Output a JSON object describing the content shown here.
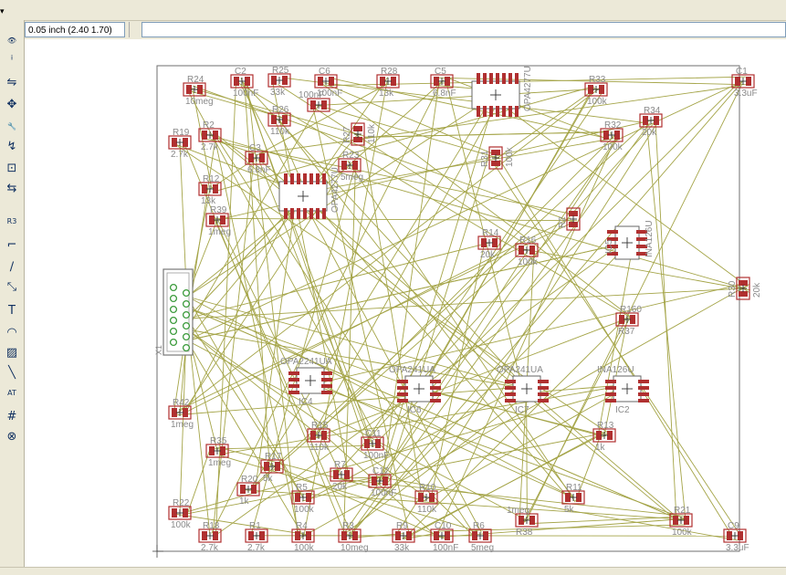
{
  "window": {
    "menu_chevron": "▾"
  },
  "toolbar": {
    "tools": [
      {
        "name": "show-icon",
        "glyph": "👁"
      },
      {
        "name": "info-icon",
        "glyph": "ⁱ"
      },
      {
        "name": "mirror-icon",
        "glyph": "⇋"
      },
      {
        "name": "move-icon",
        "glyph": "✥"
      },
      {
        "name": "change-icon",
        "glyph": "🔧"
      },
      {
        "name": "pinswap-icon",
        "glyph": "↯"
      },
      {
        "name": "replace-icon",
        "glyph": "⊡"
      },
      {
        "name": "optimize-icon",
        "glyph": "⇆"
      },
      {
        "name": "value-icon",
        "glyph": "R3"
      },
      {
        "name": "miter-icon",
        "glyph": "⌐"
      },
      {
        "name": "split-icon",
        "glyph": "∕"
      },
      {
        "name": "route-icon",
        "glyph": "⤡"
      },
      {
        "name": "text-icon",
        "glyph": "T"
      },
      {
        "name": "circle-icon",
        "glyph": "◠"
      },
      {
        "name": "rect-icon",
        "glyph": "▨"
      },
      {
        "name": "wire-icon",
        "glyph": "╲"
      },
      {
        "name": "attribute-icon",
        "glyph": "AT"
      },
      {
        "name": "ratsnest-icon",
        "glyph": "#"
      },
      {
        "name": "autorouter-icon",
        "glyph": "⊗"
      }
    ]
  },
  "coordinate_display": "0.05 inch (2.40 1.70)",
  "command_input": {
    "value": "",
    "placeholder": ""
  },
  "board": {
    "components": [
      {
        "id": "R24",
        "label": "R24",
        "value": "10meg",
        "kind": "r"
      },
      {
        "id": "C2",
        "label": "C2",
        "value": "100nF",
        "kind": "r"
      },
      {
        "id": "R25",
        "label": "R25",
        "value": "33k",
        "kind": "r"
      },
      {
        "id": "C6",
        "label": "C6",
        "value": "100nF",
        "kind": "r"
      },
      {
        "id": "R28",
        "label": "R28",
        "value": "13k",
        "kind": "r"
      },
      {
        "id": "C5",
        "label": "C5",
        "value": "6.8nF",
        "kind": "r"
      },
      {
        "id": "R33",
        "label": "R33",
        "value": "100k",
        "kind": "r"
      },
      {
        "id": "C1",
        "label": "C1",
        "value": "3.3uF",
        "kind": "r"
      },
      {
        "id": "C4",
        "label": "",
        "value": "100nF",
        "kind": "r"
      },
      {
        "id": "R26",
        "label": "R26",
        "value": "110k",
        "kind": "r"
      },
      {
        "id": "R34",
        "label": "R34",
        "value": "20k",
        "kind": "r"
      },
      {
        "id": "R19",
        "label": "R19",
        "value": "2.7k",
        "kind": "r"
      },
      {
        "id": "R2",
        "label": "R2",
        "value": "2.7k",
        "kind": "r"
      },
      {
        "id": "C3",
        "label": "C3",
        "value": "6.8nF",
        "kind": "r"
      },
      {
        "id": "R27",
        "label": "R27",
        "value": "110k",
        "kind": "rv"
      },
      {
        "id": "R32",
        "label": "R32",
        "value": "100k",
        "kind": "r"
      },
      {
        "id": "R23",
        "label": "R23",
        "value": "5meg",
        "kind": "r"
      },
      {
        "id": "R31",
        "label": "R31",
        "value": "100k",
        "kind": "rv"
      },
      {
        "id": "R12",
        "label": "R12",
        "value": "13k",
        "kind": "r"
      },
      {
        "id": "R39",
        "label": "R39",
        "value": "1meg",
        "kind": "r"
      },
      {
        "id": "R29",
        "label": "R2",
        "value": "",
        "kind": "rv"
      },
      {
        "id": "R14",
        "label": "R14",
        "value": "20k",
        "kind": "r"
      },
      {
        "id": "R16",
        "label": "R16",
        "value": "100k",
        "kind": "r"
      },
      {
        "id": "R30",
        "label": "R30",
        "value": "20k",
        "kind": "rv"
      },
      {
        "id": "R160",
        "label": "R160",
        "value": "R37",
        "kind": "r"
      },
      {
        "id": "R42",
        "label": "R42",
        "value": "1meg",
        "kind": "r"
      },
      {
        "id": "R13",
        "label": "R13",
        "value": "1k",
        "kind": "r"
      },
      {
        "id": "R35",
        "label": "R35",
        "value": "1meg",
        "kind": "r"
      },
      {
        "id": "R15",
        "label": "R15",
        "value": "110k",
        "kind": "r"
      },
      {
        "id": "C11",
        "label": "C11",
        "value": "100nF",
        "kind": "r"
      },
      {
        "id": "R17",
        "label": "R17",
        "value": "5k",
        "kind": "r"
      },
      {
        "id": "R7",
        "label": "R7",
        "value": "20k",
        "kind": "r"
      },
      {
        "id": "C12",
        "label": "C12",
        "value": "100nF",
        "kind": "r"
      },
      {
        "id": "R20",
        "label": "R20",
        "value": "1k",
        "kind": "r"
      },
      {
        "id": "R5",
        "label": "R5",
        "value": "100k",
        "kind": "r"
      },
      {
        "id": "R10",
        "label": "R10",
        "value": "110k",
        "kind": "r"
      },
      {
        "id": "R11",
        "label": "R11",
        "value": "5k",
        "kind": "r"
      },
      {
        "id": "R38",
        "label": "R38",
        "value": "1meg",
        "kind": "r"
      },
      {
        "id": "R21",
        "label": "R21",
        "value": "100k",
        "kind": "r"
      },
      {
        "id": "R22",
        "label": "R22",
        "value": "100k",
        "kind": "r"
      },
      {
        "id": "R18",
        "label": "R18",
        "value": "2.7k",
        "kind": "r"
      },
      {
        "id": "R1",
        "label": "R1",
        "value": "2.7k",
        "kind": "r"
      },
      {
        "id": "R4",
        "label": "R4",
        "value": "100k",
        "kind": "r"
      },
      {
        "id": "R3",
        "label": "R3",
        "value": "10meg",
        "kind": "r"
      },
      {
        "id": "R9",
        "label": "R9",
        "value": "33k",
        "kind": "r"
      },
      {
        "id": "C10",
        "label": "C10",
        "value": "100nF",
        "kind": "r"
      },
      {
        "id": "R6",
        "label": "R6",
        "value": "5meg",
        "kind": "r"
      },
      {
        "id": "C9",
        "label": "C9",
        "value": "3.3uF",
        "kind": "r"
      }
    ],
    "ics": [
      {
        "id": "IC_TOP",
        "label": "",
        "value": "OPA4277U",
        "kind": "soic14v"
      },
      {
        "id": "IC_LEFT",
        "label": "",
        "value": "OPA4277U",
        "kind": "soic14h"
      },
      {
        "id": "IC5",
        "label": "IC5",
        "value": "INA126U",
        "kind": "soic8v"
      },
      {
        "id": "IC4",
        "label": "IC4",
        "value": "OPA2241UA",
        "kind": "soic8h"
      },
      {
        "id": "IC6",
        "label": "IC6",
        "value": "OPA241UA",
        "kind": "soic8h"
      },
      {
        "id": "IC7",
        "label": "IC7",
        "value": "OPA241UA",
        "kind": "soic8h"
      },
      {
        "id": "IC2",
        "label": "IC2",
        "value": "INA126U",
        "kind": "soic8h"
      }
    ],
    "connector": {
      "id": "X1",
      "label": "X1"
    }
  },
  "colors": {
    "board_outline": "#6f6f6f",
    "ratsnest": "#a4a447",
    "pad": "#b03030",
    "pad_inner": "#d9a09a",
    "text": "#8a8a8a",
    "connector": "#3a9a3a"
  }
}
